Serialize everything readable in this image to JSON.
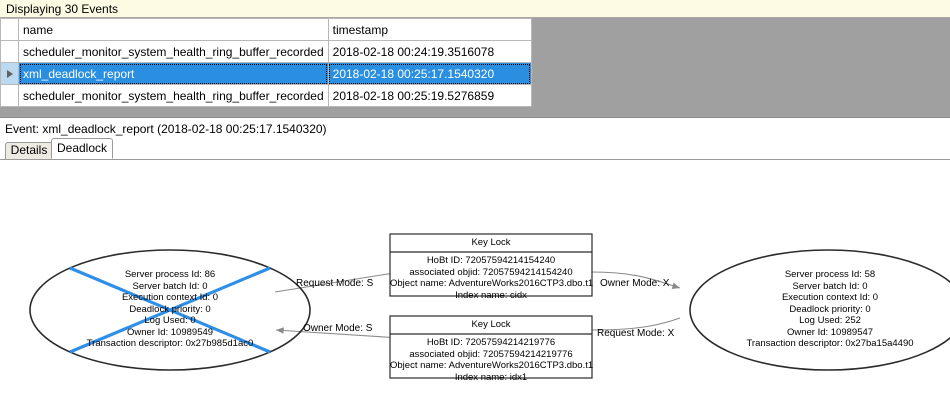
{
  "banner": {
    "text": "Displaying 30 Events"
  },
  "grid": {
    "columns": [
      "",
      "name",
      "timestamp"
    ],
    "rows": [
      {
        "selector": "",
        "name": "scheduler_monitor_system_health_ring_buffer_recorded",
        "timestamp": "2018-02-18 00:24:19.3516078",
        "selected": false
      },
      {
        "selector": "row-selector-arrow",
        "name": "xml_deadlock_report",
        "timestamp": "2018-02-18 00:25:17.1540320",
        "selected": true
      },
      {
        "selector": "",
        "name": "scheduler_monitor_system_health_ring_buffer_recorded",
        "timestamp": "2018-02-18 00:25:19.5276859",
        "selected": false
      }
    ]
  },
  "event_header": {
    "text": "Event: xml_deadlock_report (2018-02-18 00:25:17.1540320)"
  },
  "tabs": [
    {
      "label": "Details",
      "selected": false
    },
    {
      "label": "Deadlock",
      "selected": true
    }
  ],
  "deadlock_graph": {
    "processes": {
      "left": {
        "victim": true,
        "lines": [
          "Server process Id: 86",
          "Server batch Id: 0",
          "Execution context Id: 0",
          "Deadlock priority: 0",
          "Log Used: 0",
          "Owner Id: 10989549",
          "Transaction descriptor: 0x27b985d1ac0"
        ]
      },
      "right": {
        "victim": false,
        "lines": [
          "Server process Id: 58",
          "Server batch Id: 0",
          "Execution context Id: 0",
          "Deadlock priority: 0",
          "Log Used: 252",
          "Owner Id: 10989547",
          "Transaction descriptor: 0x27ba15a4490"
        ]
      }
    },
    "resources": {
      "top": {
        "title": "Key Lock",
        "lines": [
          "HoBt ID: 72057594214154240",
          "associated objid: 72057594214154240",
          "Object name: AdventureWorks2016CTP3.dbo.t1",
          "Index name: cidx"
        ]
      },
      "bottom": {
        "title": "Key Lock",
        "lines": [
          "HoBt ID: 72057594214219776",
          "associated objid: 72057594214219776",
          "Object name: AdventureWorks2016CTP3.dbo.t1",
          "Index name: idx1"
        ]
      }
    },
    "edges": [
      {
        "label": "Request Mode: S",
        "from": "left-process",
        "to": "top-lock"
      },
      {
        "label": "Owner Mode: X",
        "from": "top-lock",
        "to": "right-process"
      },
      {
        "label": "Owner Mode: S",
        "from": "bottom-lock",
        "to": "left-process"
      },
      {
        "label": "Request Mode: X",
        "from": "right-process",
        "to": "bottom-lock"
      }
    ],
    "colors": {
      "victim_cross": "#2f8fe8",
      "node_stroke": "#2b2b2b",
      "edge_stroke": "#8a8a8a"
    }
  }
}
